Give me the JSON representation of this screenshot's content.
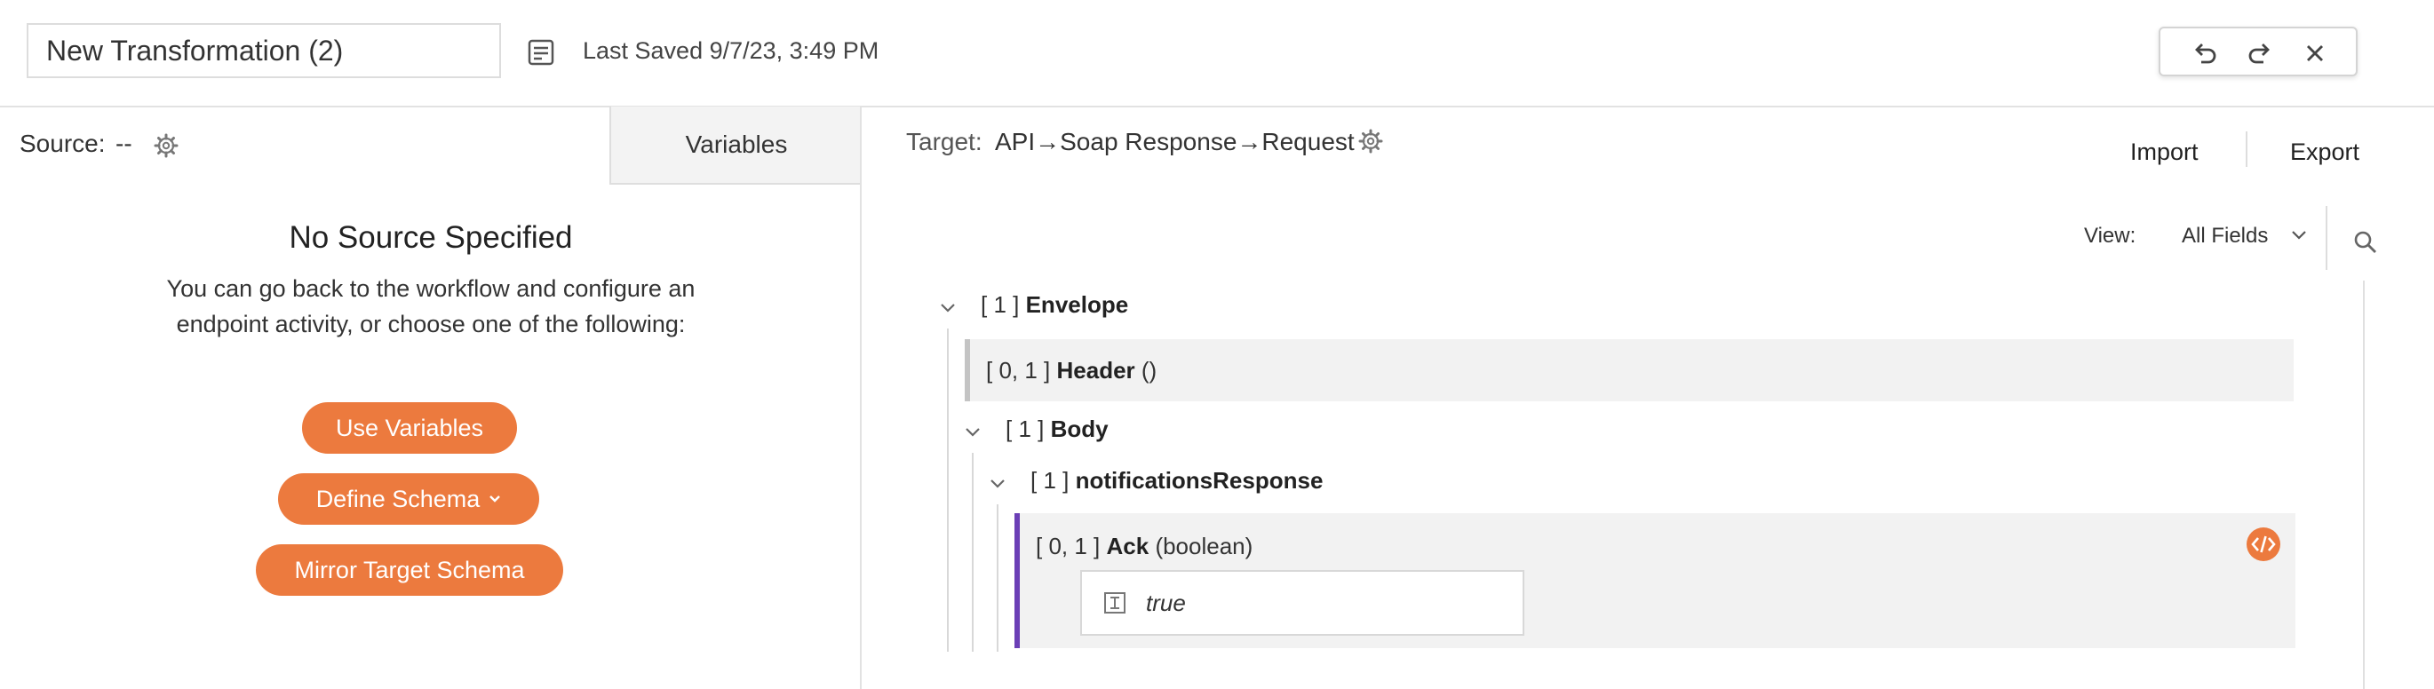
{
  "header": {
    "title": "New Transformation (2)",
    "last_saved": "Last Saved 9/7/23, 3:49 PM"
  },
  "source": {
    "label": "Source:",
    "value": "--",
    "variables_tab": "Variables",
    "empty_title": "No Source Specified",
    "empty_text": "You can go back to the workflow and configure an endpoint activity, or choose one of the following:",
    "buttons": {
      "use_variables": "Use Variables",
      "define_schema": "Define Schema",
      "mirror_target": "Mirror Target Schema"
    }
  },
  "target": {
    "label": "Target:",
    "path": "API→Soap Response→Request",
    "import": "Import",
    "export": "Export",
    "view_label": "View:",
    "view_value": "All Fields"
  },
  "tree": {
    "envelope": {
      "card": "[ 1 ]",
      "name": "Envelope"
    },
    "header": {
      "card": "[ 0, 1 ]",
      "name": "Header",
      "suffix": "()"
    },
    "body": {
      "card": "[ 1 ]",
      "name": "Body"
    },
    "notifications": {
      "card": "[ 1 ]",
      "name": "notificationsResponse"
    },
    "ack": {
      "card": "[ 0, 1 ]",
      "name": "Ack",
      "type": "(boolean)",
      "value": "true"
    }
  },
  "colors": {
    "accent_orange": "#ec7a3e",
    "mapped_purple": "#6b3fb6"
  },
  "icons": [
    "notes-icon",
    "undo-icon",
    "redo-icon",
    "close-icon",
    "gear-icon",
    "chevron-down-icon",
    "search-icon",
    "script-icon",
    "text-cursor-icon"
  ]
}
